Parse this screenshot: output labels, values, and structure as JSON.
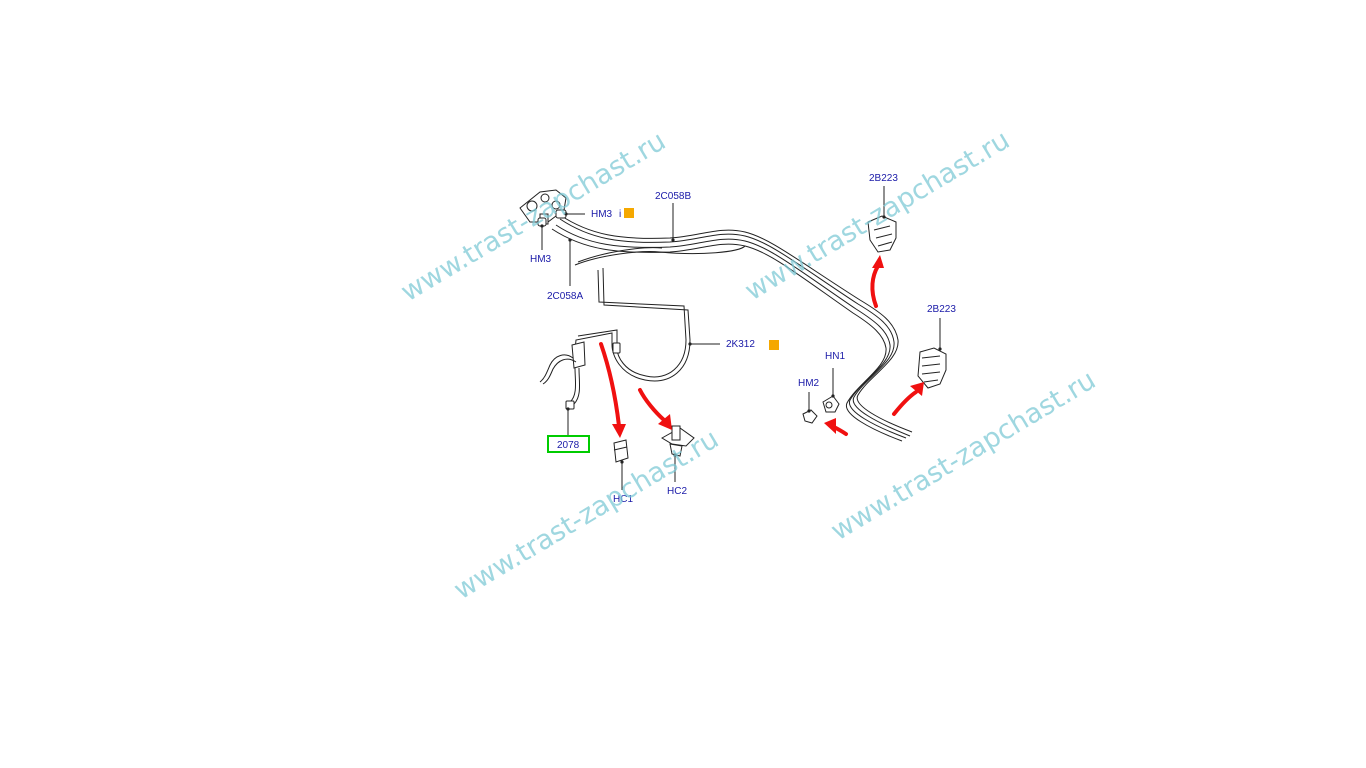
{
  "labels": {
    "hm3_top": "HM3",
    "hm3_bottom": "HM3",
    "c2c058b": "2C058B",
    "c2c058a": "2C058A",
    "k2k312": "2K312",
    "p2078": "2078",
    "hc1": "HC1",
    "hc2": "HC2",
    "hn1": "HN1",
    "hm2": "HM2",
    "b2b223_top": "2B223",
    "b2b223_right": "2B223"
  },
  "watermark": {
    "text": "www.trast-zapchast.ru",
    "color": "#7fc9d6"
  },
  "colors": {
    "label": "#1a1aa8",
    "marker": "#f5a800",
    "arrow": "#f01010",
    "highlight_box": "#00cc00",
    "line": "#222222"
  }
}
